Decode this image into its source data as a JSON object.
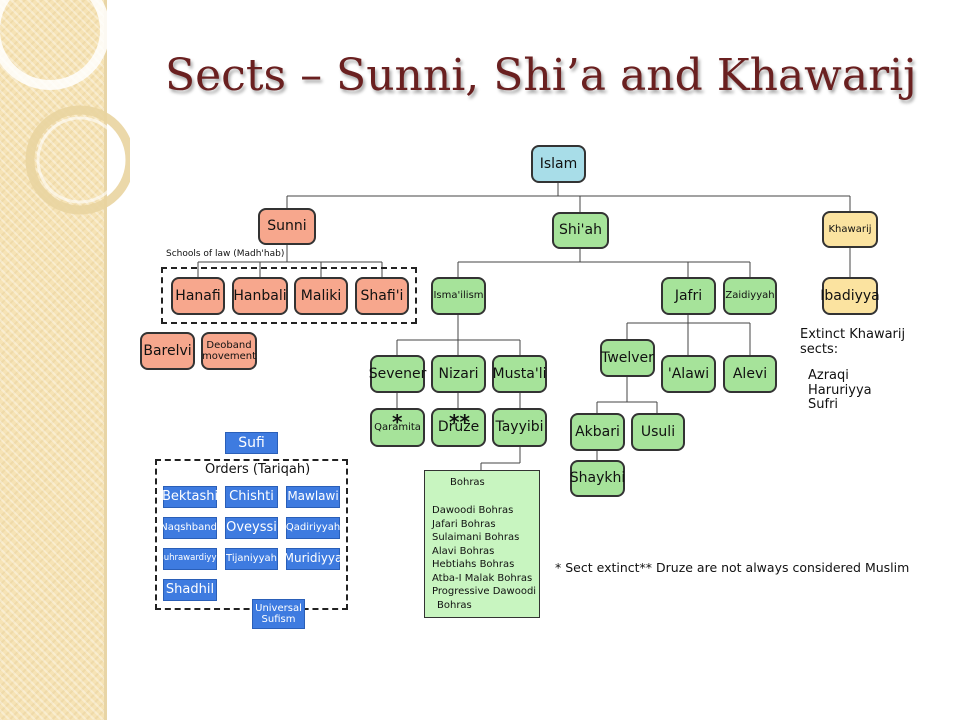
{
  "slide": {
    "title": "Sects – Sunni, Shi’a and Khawarij"
  },
  "colors": {
    "root": "#a8dde8",
    "sunni": "#f7a78d",
    "shia": "#a6e39a",
    "khawarij": "#fbe3a0",
    "sufi": "#3e7be0",
    "bohras_bg": "#c8f5c0",
    "title": "#6a2020"
  },
  "tree": {
    "islam": "Islam",
    "sunni": "Sunni",
    "shiah": "Shi'ah",
    "khawarij": "Khawarij",
    "schools_label": "Schools of law (Madh'hab)",
    "schools": [
      "Hanafi",
      "Hanbali",
      "Maliki",
      "Shafi'i"
    ],
    "barelvi": "Barelvi",
    "deoband": "Deoband movement",
    "ismailism": "Isma'ilism",
    "jafri": "Jafri",
    "zaidiyyah": "Zaidiyyah",
    "sevener": "Sevener",
    "nizari": "Nizari",
    "mustali": "Musta'li",
    "qaramita": "Qaramita",
    "druze": "Druze",
    "tayyibi": "Tayyibi",
    "twelver": "Twelver",
    "alawi": "'Alawi",
    "alevi": "Alevi",
    "akbari": "Akbari",
    "usuli": "Usuli",
    "shaykhi": "Shaykhi",
    "ibadiyya": "Ibadiyya",
    "star_single": "*",
    "star_double": "**"
  },
  "bohras": {
    "title": "Bohras",
    "items": [
      "Dawoodi Bohras",
      "Jafari Bohras",
      "Sulaimani Bohras",
      "Alavi Bohras",
      "Hebtiahs Bohras",
      "Atba-I Malak Bohras",
      "Progressive Dawoodi",
      "Bohras"
    ]
  },
  "extinct": {
    "heading": "Extinct Khawarij sects:",
    "items": [
      "Azraqi",
      "Haruriyya",
      "Sufri"
    ]
  },
  "footnote": "* Sect extinct** Druze are not always considered Muslim",
  "sufi": {
    "title": "Sufi",
    "orders_label": "Orders (Tariqah)",
    "orders": [
      "Bektashi",
      "Chishti",
      "Mawlawi",
      "Naqshbandi",
      "Oveyssi",
      "Qadiriyyah",
      "Suhrawardiyya",
      "Tijaniyyah",
      "Muridiyya",
      "Shadhil"
    ],
    "universal": "Universal Sufism"
  }
}
